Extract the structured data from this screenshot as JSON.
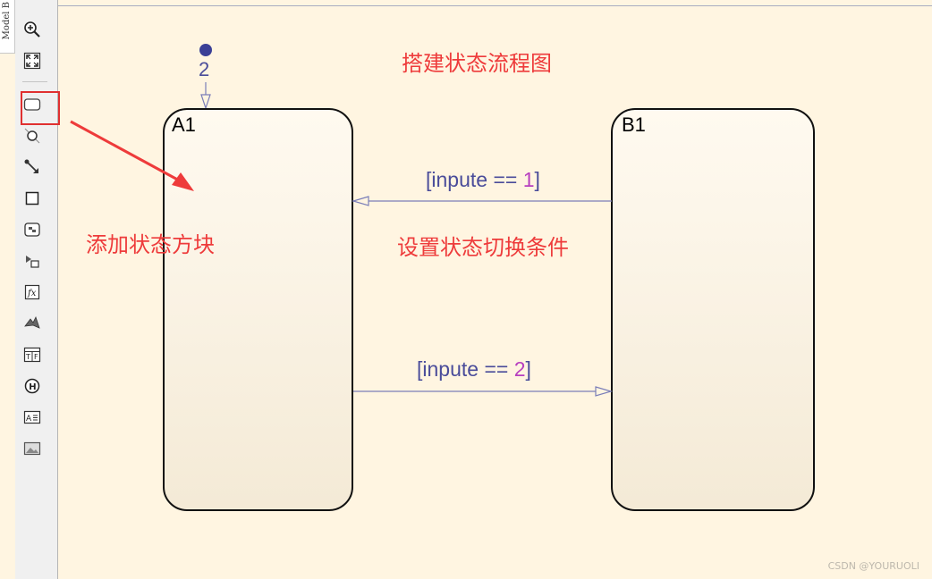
{
  "side_tab": {
    "label": "Model B"
  },
  "toolbar": {
    "items": [
      {
        "name": "zoom-in-icon"
      },
      {
        "name": "fit-to-view-icon"
      },
      {
        "name": "state-block-icon",
        "highlighted": true
      },
      {
        "name": "transition-junction-icon"
      },
      {
        "name": "default-transition-icon"
      },
      {
        "name": "box-icon"
      },
      {
        "name": "simulink-state-icon"
      },
      {
        "name": "simulink-function-icon"
      },
      {
        "name": "graphical-function-icon"
      },
      {
        "name": "matlab-function-icon"
      },
      {
        "name": "truth-table-icon"
      },
      {
        "name": "history-junction-icon"
      },
      {
        "name": "annotation-icon"
      },
      {
        "name": "image-icon"
      }
    ],
    "highlight_color": "#e03030"
  },
  "diagram": {
    "title_annotation": "搭建状态流程图",
    "add_state_annotation": "添加状态方块",
    "set_transition_annotation": "设置状态切换条件",
    "default_transition_order": "2",
    "states": [
      {
        "name": "A1"
      },
      {
        "name": "B1"
      }
    ],
    "transitions": [
      {
        "from": "B1",
        "to": "A1",
        "prefix": "[inpute == ",
        "value": "1",
        "suffix": "]"
      },
      {
        "from": "A1",
        "to": "B1",
        "prefix": "[inpute == ",
        "value": "2",
        "suffix": "]"
      }
    ],
    "colors": {
      "canvas_bg": "#fff5e1",
      "state_fill_top": "#fffaf0",
      "state_fill_bottom": "#f4ead6",
      "transition_line": "#7a7eb8",
      "condition_text": "#4a4c9a",
      "condition_value": "#b73fbf",
      "annotation_red": "#ee3b3b"
    }
  },
  "watermark": "CSDN @YOURUOLI"
}
